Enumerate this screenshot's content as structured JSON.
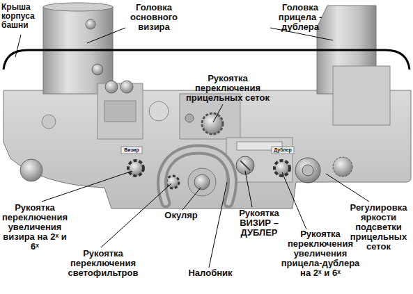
{
  "diagram": {
    "labels": [
      "Крыша корпуса башни",
      "Головка основного визира",
      "Головка прицела - дублера",
      "Рукоятка переключения прицельных сеток",
      "Визир",
      "Дублер",
      "Рукоятка переключения увеличения визира на 2ˣ и 6ˣ",
      "Рукоятка переключения светофильтров",
      "Окуляр",
      "Налобник",
      "Рукоятка ВИЗИР – ДУБЛЕР",
      "Рукоятка переключения увеличения прицела-дублера на 2ˣ и 6ˣ",
      "Регулировка яркости подсветки прицельных сеток"
    ]
  }
}
